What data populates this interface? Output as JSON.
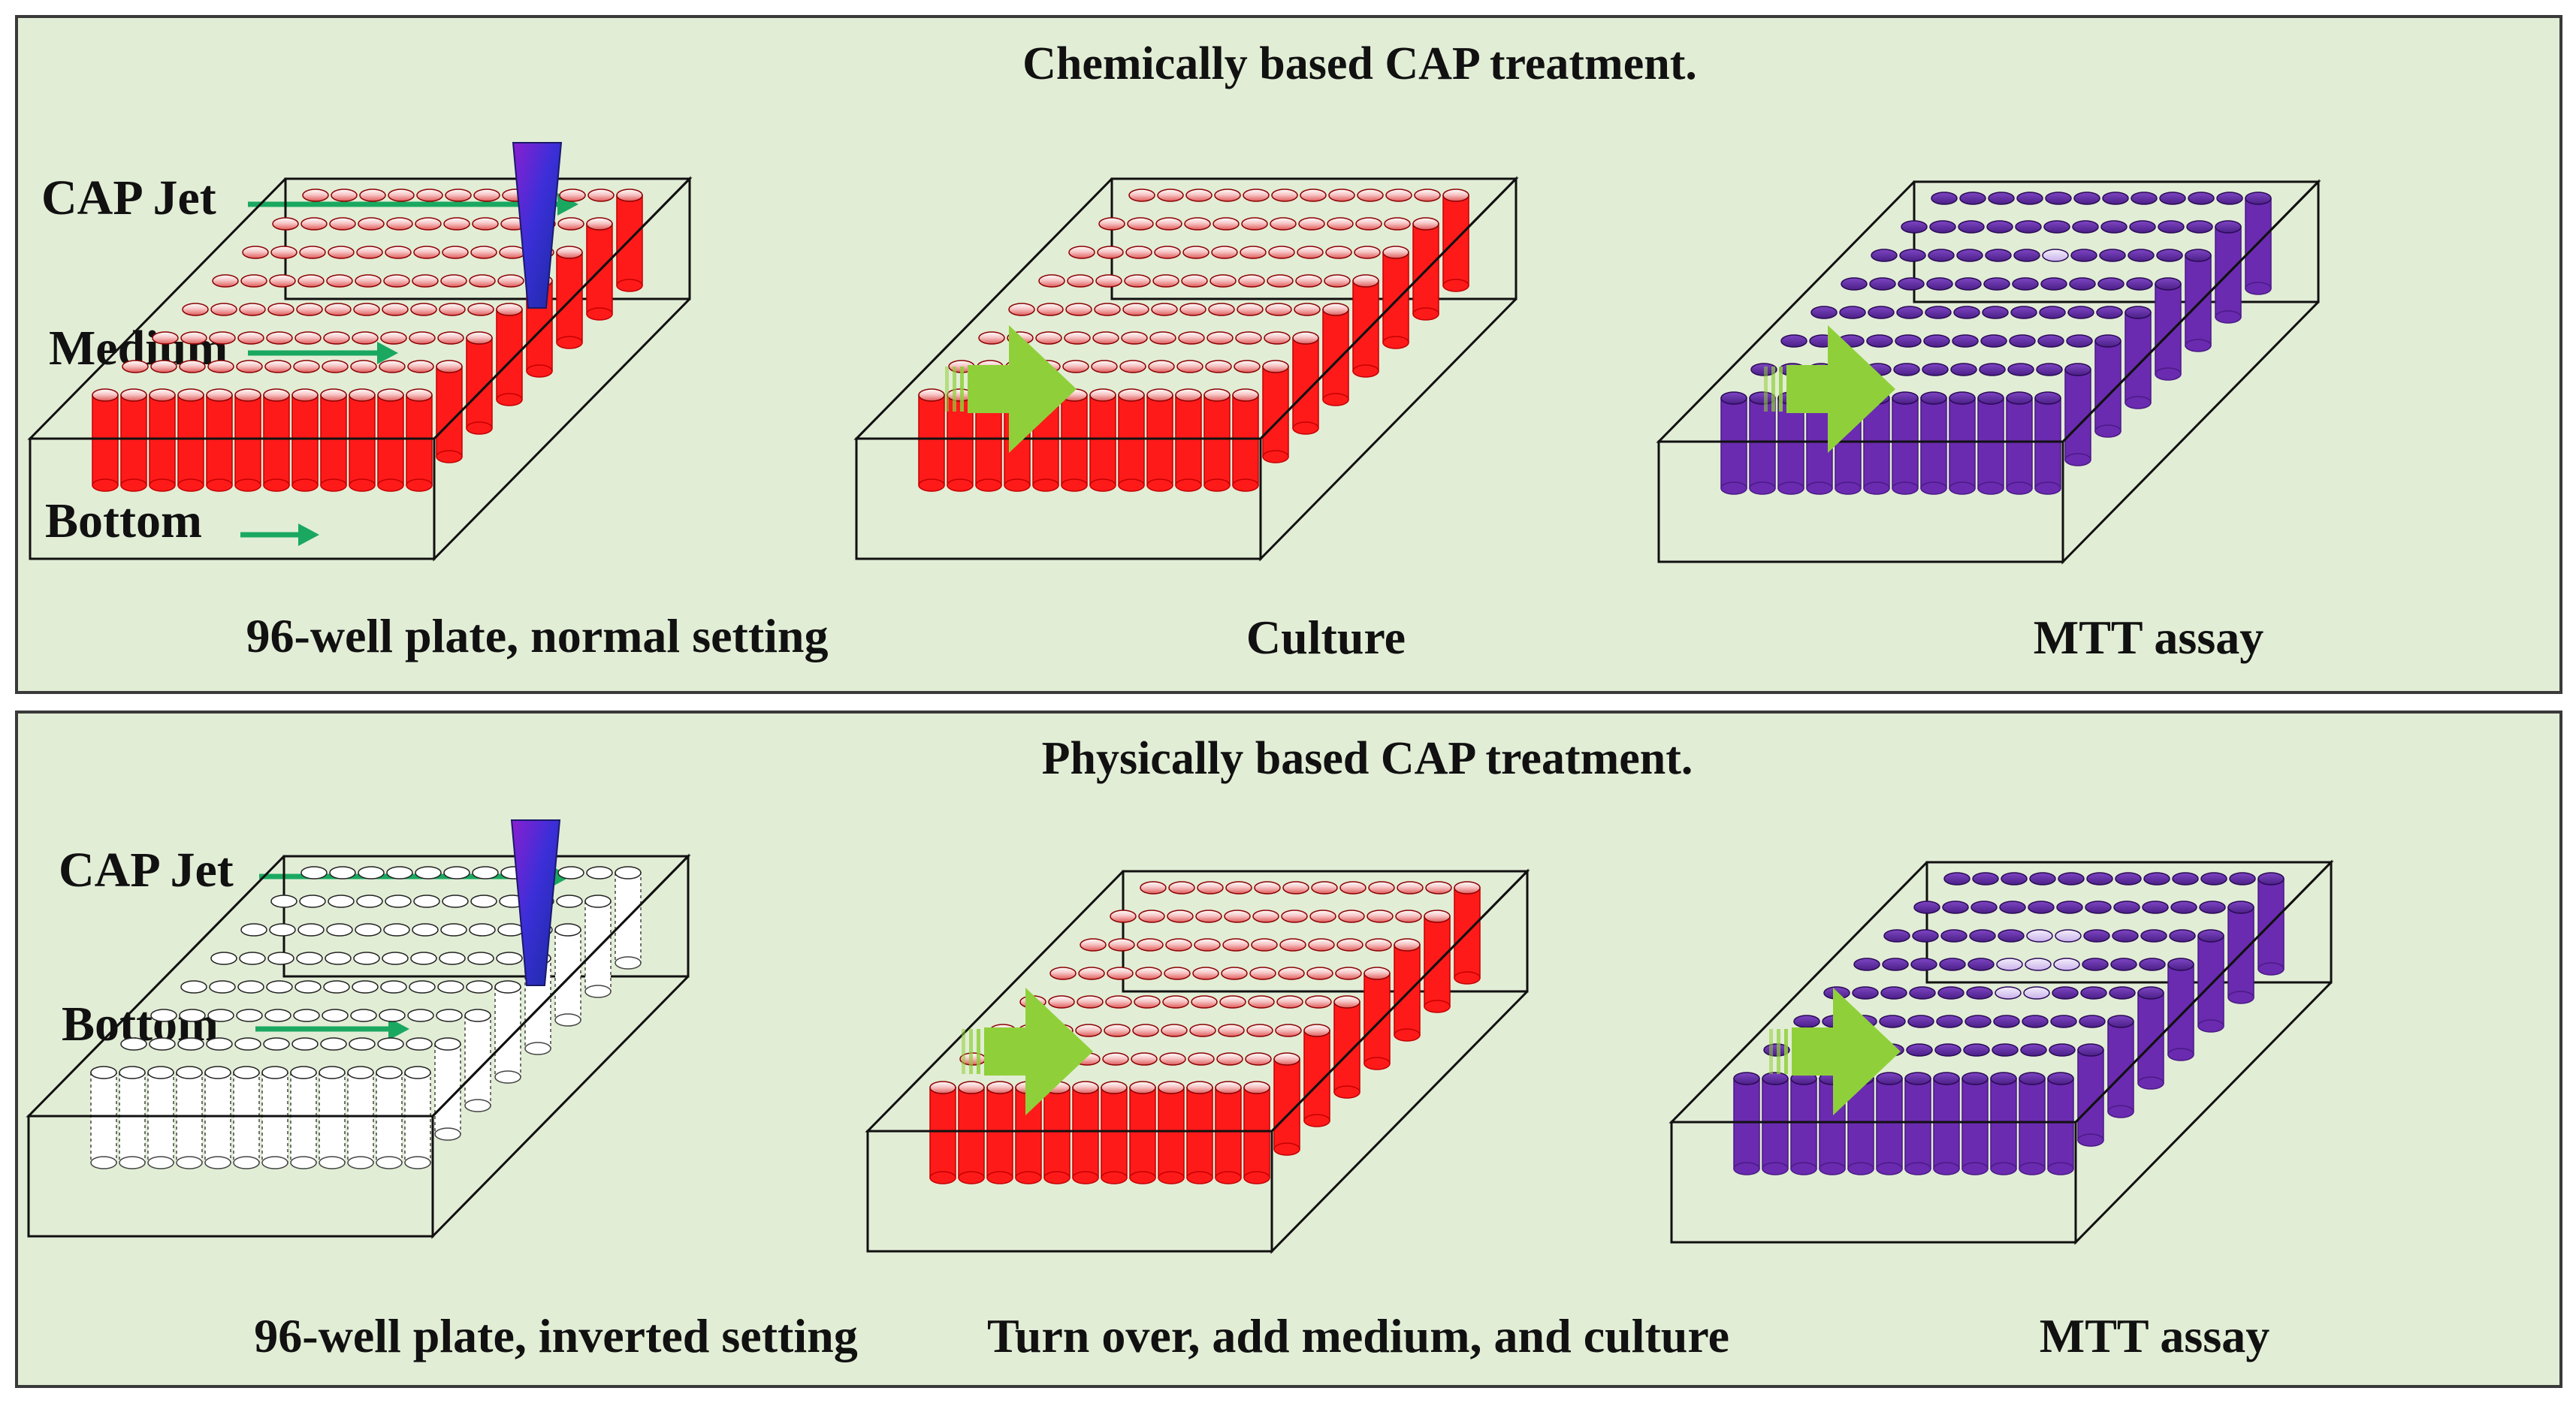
{
  "panels": [
    {
      "title": "Chemically based CAP treatment.",
      "labels": {
        "cap_jet": "CAP Jet",
        "medium": "Medium",
        "bottom": "Bottom"
      },
      "steps": [
        {
          "caption": "96-well plate, normal setting",
          "state": "red-medium",
          "jet": true
        },
        {
          "caption": "Culture",
          "state": "red-medium",
          "jet": false
        },
        {
          "caption": "MTT assay",
          "state": "purple",
          "jet": false
        }
      ]
    },
    {
      "title": "Physically based CAP treatment.",
      "labels": {
        "cap_jet": "CAP Jet",
        "bottom": "Bottom"
      },
      "steps": [
        {
          "caption": "96-well plate, inverted setting",
          "state": "empty-white",
          "jet": true
        },
        {
          "caption": "Turn over, add medium, and culture",
          "state": "red-medium",
          "jet": false
        },
        {
          "caption": "MTT assay",
          "state": "purple",
          "jet": false
        }
      ]
    }
  ],
  "colors": {
    "panel_background": "#e2edd6",
    "panel_border": "#3a3a3a",
    "label_arrow": "#1aa860",
    "flow_arrow": "#8fd03a",
    "medium_red": "#ff1a1a",
    "mtt_purple": "#6a2bb0",
    "empty_well": "#ffffff",
    "jet_blue": "#2a2ac8"
  },
  "icons": {
    "process_arrow": "right-arrow-icon",
    "label_pointer": "pointer-arrow-icon"
  }
}
